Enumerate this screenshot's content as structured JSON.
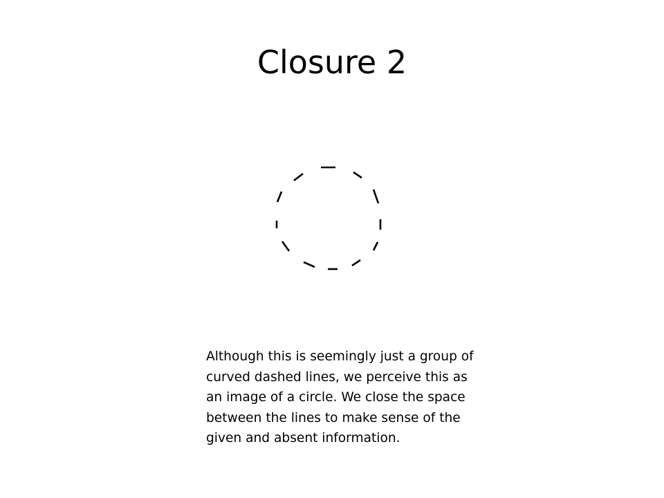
{
  "slide": {
    "title": "Closure 2",
    "caption": "Although this is seemingly just a group of curved dashed lines, we perceive this as an image of a circle. We close the space between the lines to make sense of the given and absent information."
  },
  "figure": {
    "shape": "dashed-circle",
    "stroke_color": "#000000",
    "background_color": "#ffffff"
  }
}
